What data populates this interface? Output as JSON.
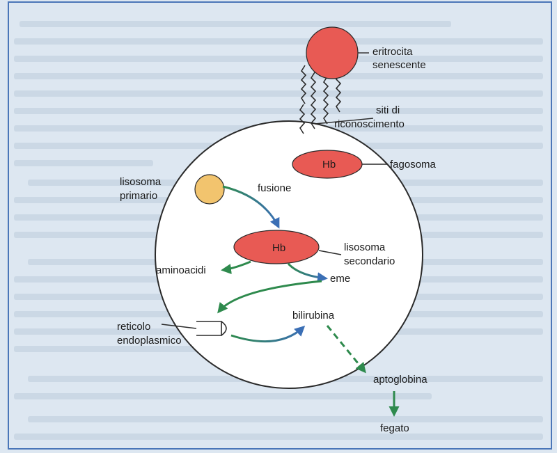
{
  "background": {
    "color": "#dde7f1",
    "border_color": "#4a76b8",
    "text_color": "#7d93ad"
  },
  "cell": {
    "outline_color": "#2a2a2a"
  },
  "colors": {
    "red_fill": "#e85a54",
    "yellow_fill": "#f2c46e",
    "arrow_green": "#2e8a4d",
    "arrow_blue": "#3b6fb5"
  },
  "labels": {
    "eritrocita_line1": "eritrocita",
    "eritrocita_line2": "senescente",
    "siti_line1": "siti di",
    "siti_line2": "riconoscimento",
    "hb_fagosoma": "Hb",
    "fagosoma": "fagosoma",
    "lisosoma_primario_line1": "lisosoma",
    "lisosoma_primario_line2": "primario",
    "fusione": "fusione",
    "hb_secondario": "Hb",
    "lisosoma_secondario_line1": "lisosoma",
    "lisosoma_secondario_line2": "secondario",
    "aminoacidi": "aminoacidi",
    "eme": "eme",
    "reticolo_line1": "reticolo",
    "reticolo_line2": "endoplasmico",
    "bilirubina": "bilirubina",
    "aptoglobina": "aptoglobina",
    "fegato": "fegato"
  }
}
